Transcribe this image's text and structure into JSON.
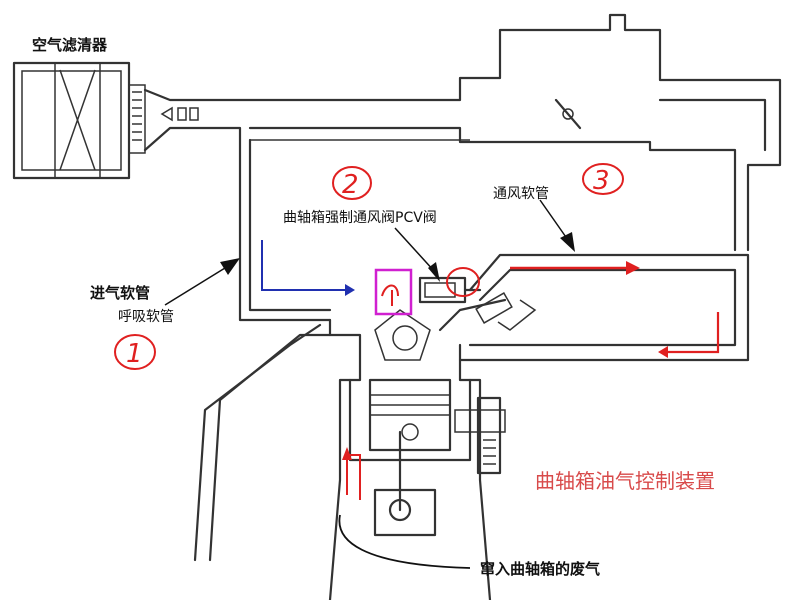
{
  "labels": {
    "air_filter": "空气滤清器",
    "pcv_valve": "曲轴箱强制通风阀PCV阀",
    "vent_hose": "通风软管",
    "intake_hose_a": "进气软管",
    "intake_hose_b": "呼吸软管",
    "blowby": "窜入曲轴箱的废气",
    "caption": "曲轴箱油气控制装置"
  },
  "annotations": {
    "num_1": "1",
    "num_2": "2",
    "num_3": "3"
  },
  "colors": {
    "line": "#333333",
    "handwriting": "#e02020",
    "blue_arrow": "#2030b0",
    "highlight_box": "#d020d0",
    "caption": "#d84a4a"
  }
}
